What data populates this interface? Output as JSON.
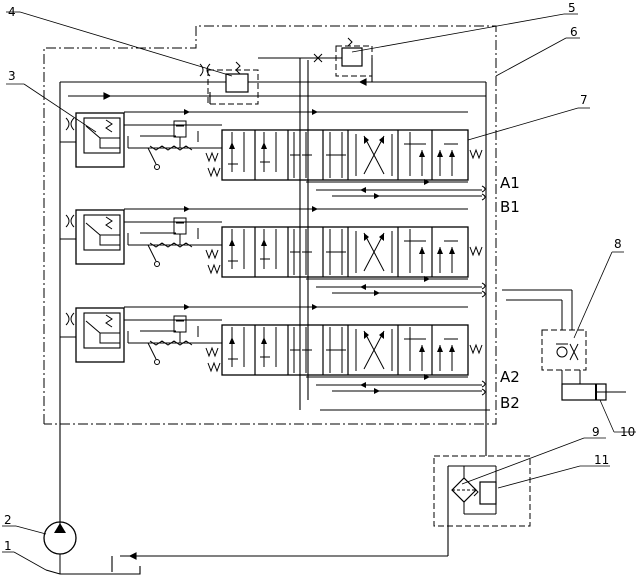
{
  "callouts": [
    "1",
    "2",
    "3",
    "4",
    "5",
    "6",
    "7",
    "8",
    "9",
    "10",
    "11"
  ],
  "ports": {
    "a1": "A1",
    "b1": "B1",
    "a2": "A2",
    "b2": "B2"
  },
  "colors": {
    "line": "#000000",
    "background": "#ffffff"
  }
}
